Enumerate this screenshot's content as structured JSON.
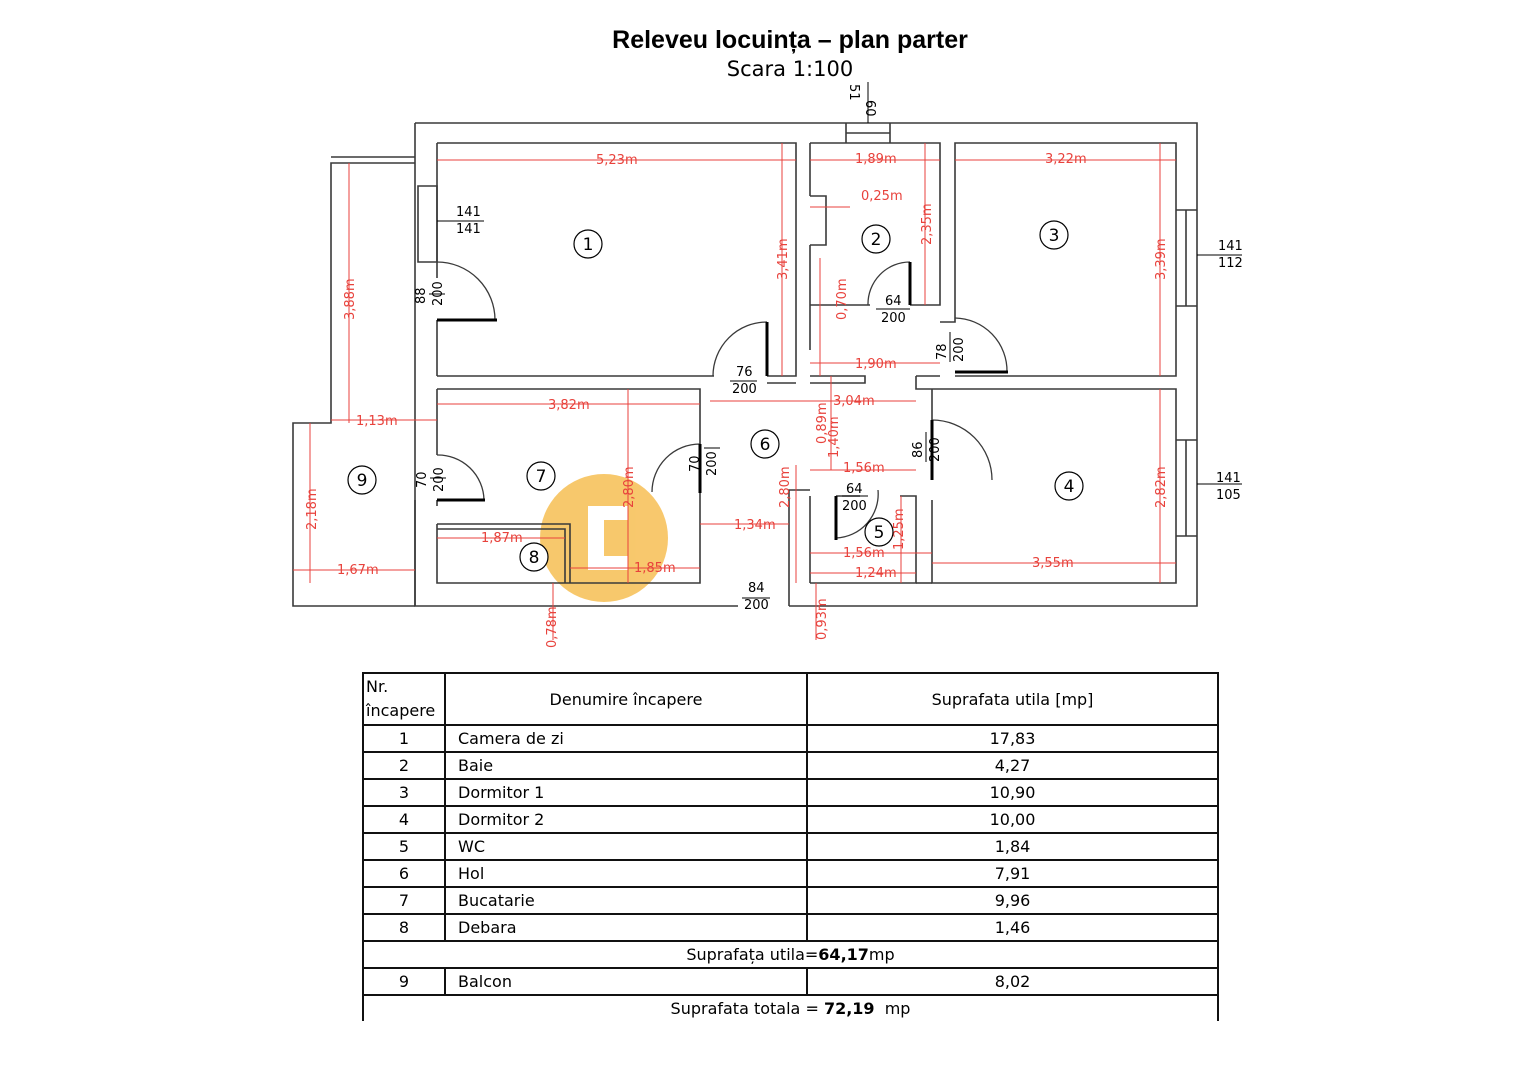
{
  "title": "Releveu locuința – plan parter",
  "subtitle": "Scara 1:100",
  "dimensions": [
    "5,23m",
    "1,89m",
    "3,22m",
    "0,25m",
    "2,35m",
    "3,41m",
    "3,39m",
    "0,70m",
    "1,90m",
    "3,88m",
    "1,13m",
    "3,82m",
    "3,04m",
    "0,89m",
    "1,40m",
    "1,56m",
    "2,80m",
    "2,82m",
    "2,18m",
    "1,34m",
    "2,80m",
    "1,25m",
    "1,87m",
    "1,56m",
    "1,24m",
    "3,55m",
    "1,67m",
    "1,85m",
    "0,78m",
    "0,93m"
  ],
  "brackets": [
    {
      "top": "60",
      "bottom": "51"
    },
    {
      "top": "141",
      "bottom": "141"
    },
    {
      "top": "141",
      "bottom": "112"
    },
    {
      "top": "141",
      "bottom": "105"
    },
    {
      "top": "88",
      "bottom": "200"
    },
    {
      "top": "64",
      "bottom": "200"
    },
    {
      "top": "78",
      "bottom": "200"
    },
    {
      "top": "76",
      "bottom": "200"
    },
    {
      "top": "70",
      "bottom": "200"
    },
    {
      "top": "70",
      "bottom": "200"
    },
    {
      "top": "86",
      "bottom": "200"
    },
    {
      "top": "64",
      "bottom": "200"
    },
    {
      "top": "84",
      "bottom": "200"
    }
  ],
  "room_numbers": [
    "1",
    "2",
    "3",
    "4",
    "5",
    "6",
    "7",
    "8",
    "9"
  ],
  "watermark_color": "#f5b63c",
  "table": {
    "header": {
      "nr": "Nr. încapere",
      "name": "Denumire încapere",
      "area": "Suprafata utila [mp]"
    },
    "rows": [
      {
        "nr": "1",
        "name": "Camera de zi",
        "area": "17,83"
      },
      {
        "nr": "2",
        "name": "Baie",
        "area": "4,27"
      },
      {
        "nr": "3",
        "name": "Dormitor 1",
        "area": "10,90"
      },
      {
        "nr": "4",
        "name": "Dormitor 2",
        "area": "10,00"
      },
      {
        "nr": "5",
        "name": "WC",
        "area": "1,84"
      },
      {
        "nr": "6",
        "name": "Hol",
        "area": "7,91"
      },
      {
        "nr": "7",
        "name": "Bucatarie",
        "area": "9,96"
      },
      {
        "nr": "8",
        "name": "Debara",
        "area": "1,46"
      }
    ],
    "subtotal": {
      "label": "Suprafața utila=",
      "value": "64,17",
      "unit": "mp"
    },
    "balcony": {
      "nr": "9",
      "name": "Balcon",
      "area": "8,02"
    },
    "total": {
      "label": "Suprafata totala = ",
      "value": "72,19",
      "unit": "  mp"
    }
  }
}
